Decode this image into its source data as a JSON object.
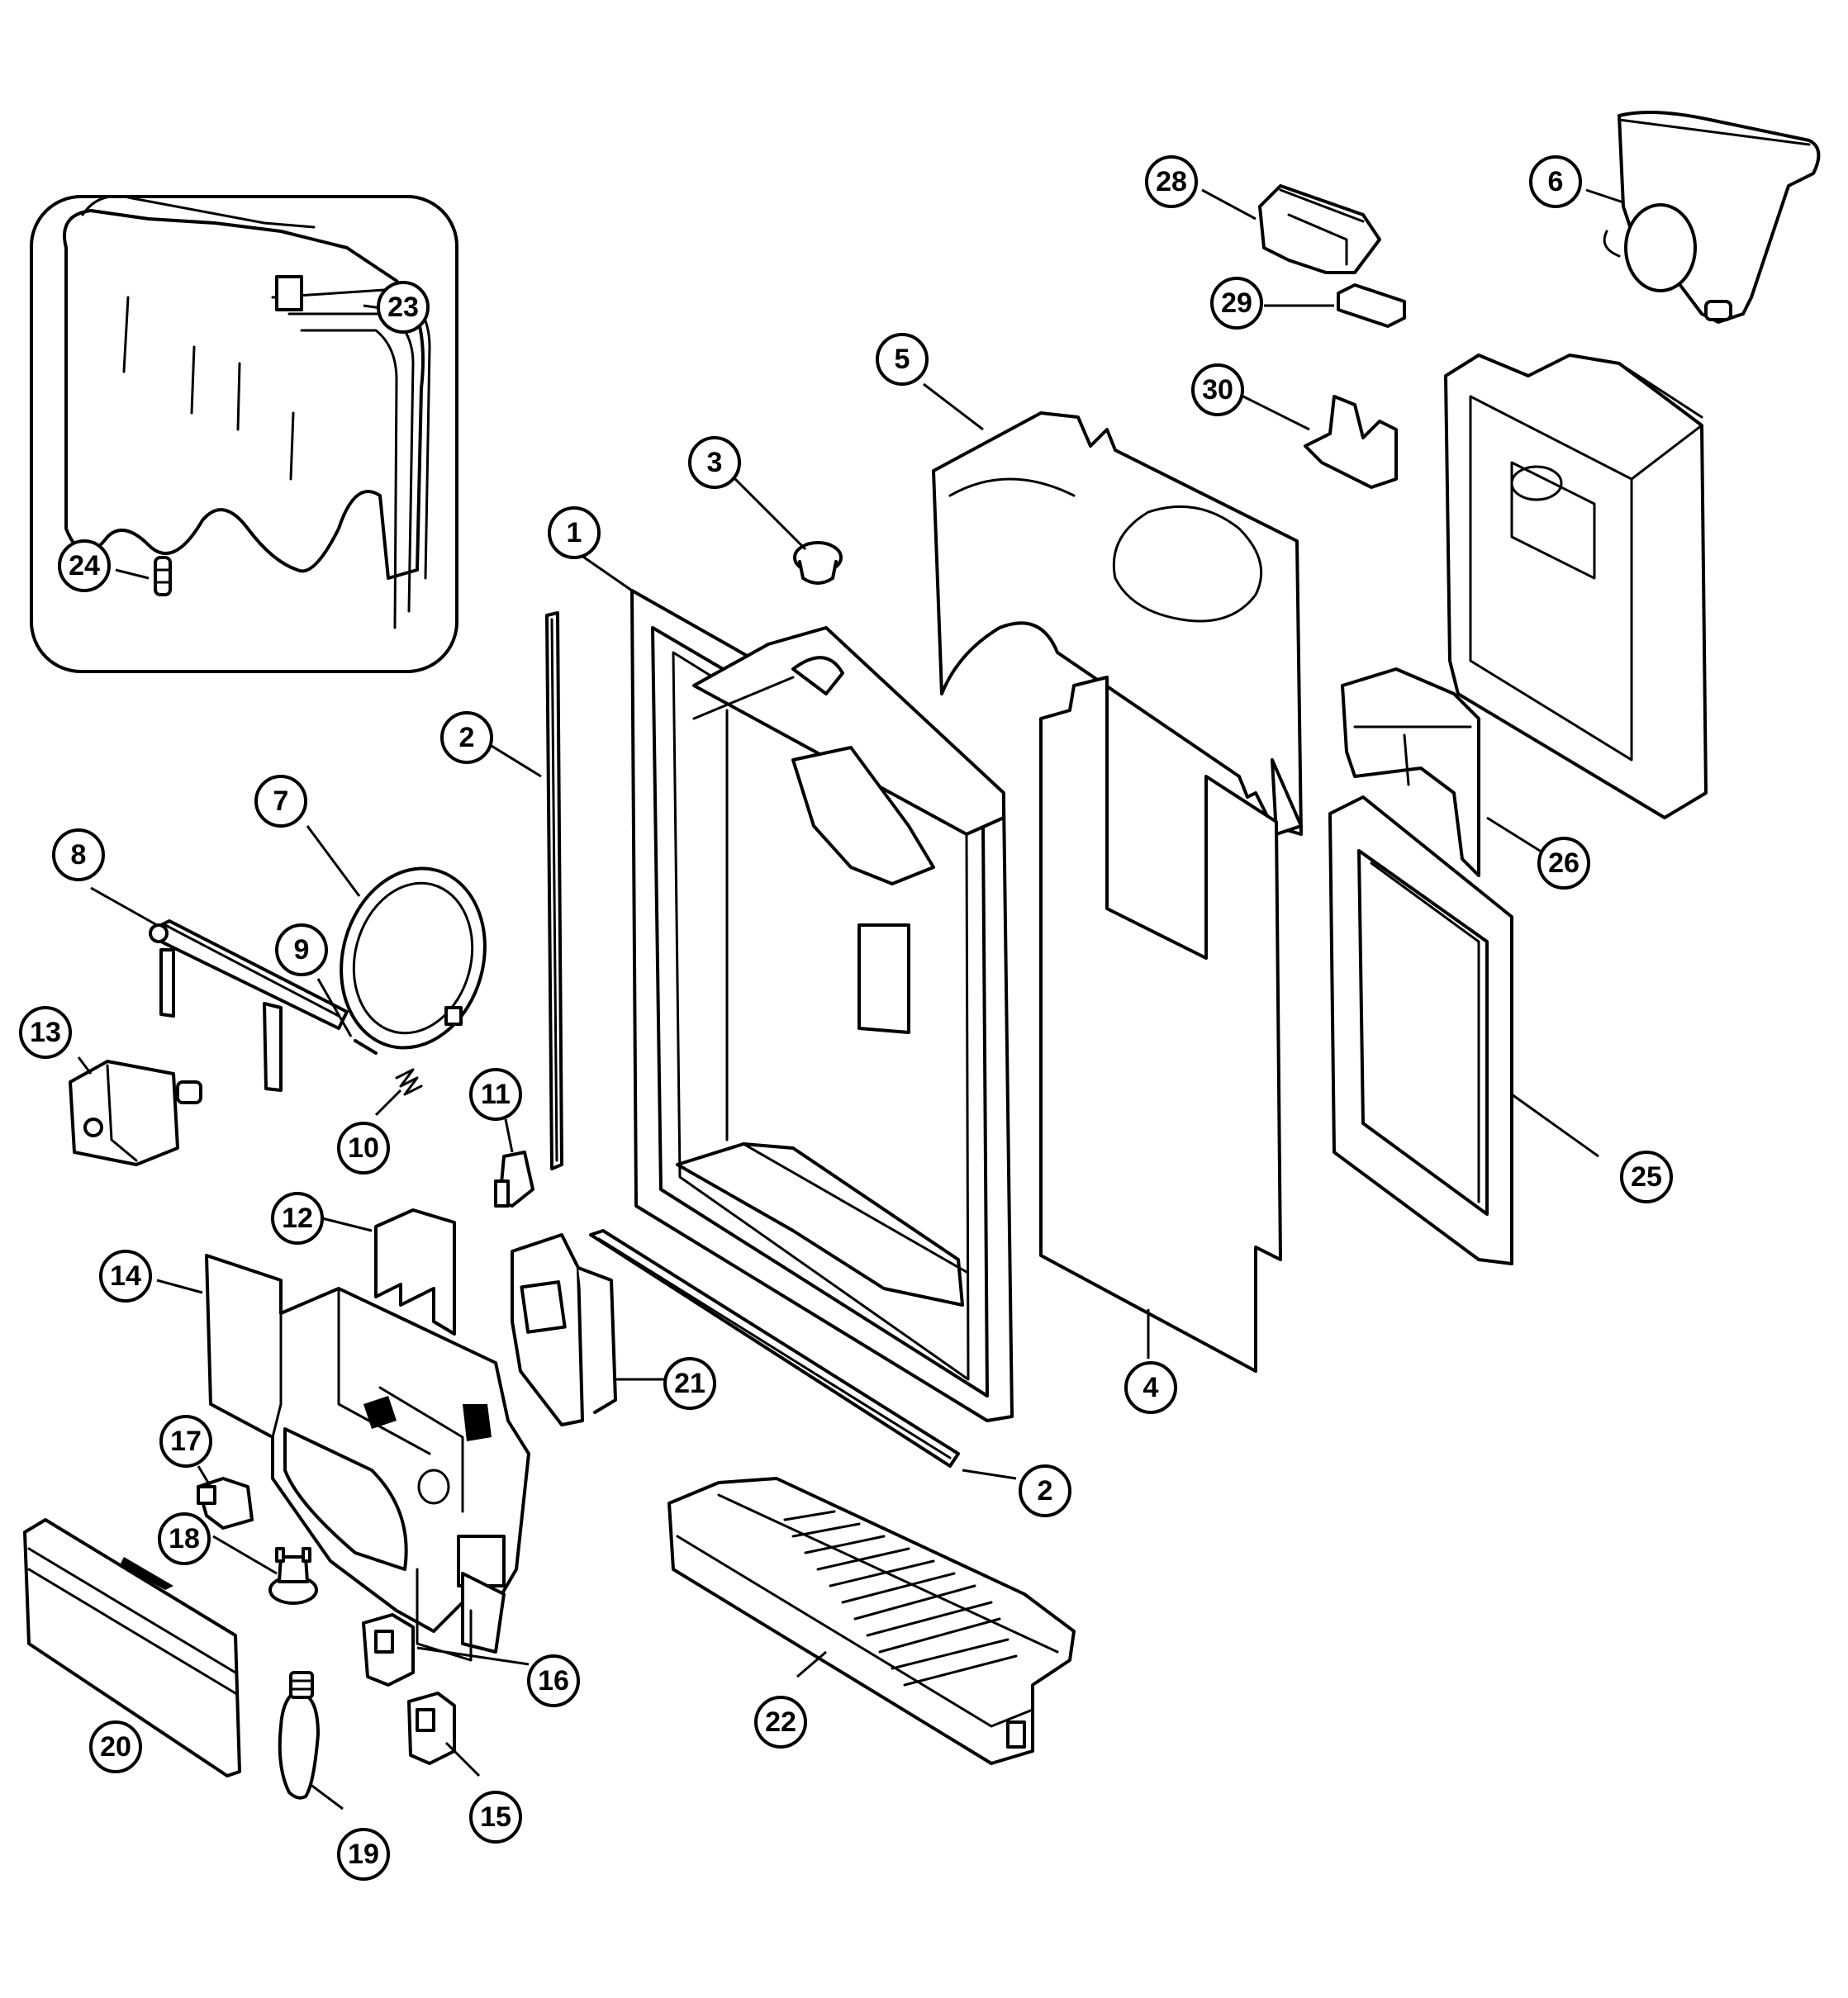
{
  "callouts": {
    "c1": "1",
    "c2a": "2",
    "c2b": "2",
    "c3": "3",
    "c4": "4",
    "c5": "5",
    "c6": "6",
    "c7": "7",
    "c8": "8",
    "c9": "9",
    "c10": "10",
    "c11": "11",
    "c12": "12",
    "c13": "13",
    "c14": "14",
    "c15": "15",
    "c16": "16",
    "c17": "17",
    "c18": "18",
    "c19": "19",
    "c20": "20",
    "c21": "21",
    "c22": "22",
    "c23": "23",
    "c24": "24",
    "c25": "25",
    "c26": "26",
    "c28": "28",
    "c29": "29",
    "c30": "30"
  },
  "colors": {
    "line": "#000000",
    "background": "#ffffff"
  }
}
